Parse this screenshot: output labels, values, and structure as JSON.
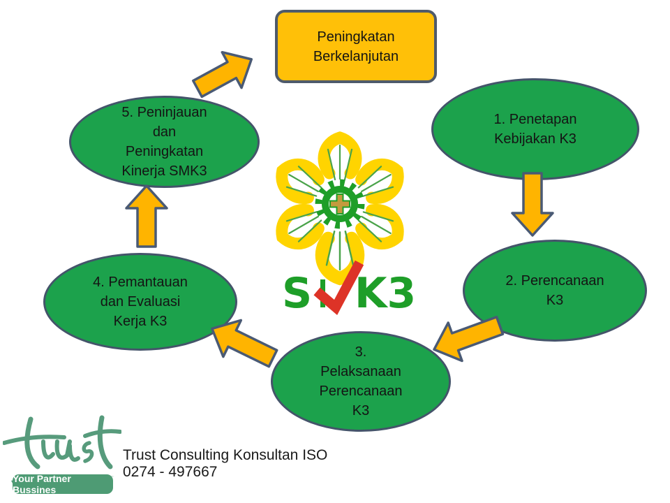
{
  "slide": {
    "background": "#ffffff"
  },
  "top_box": {
    "label": "Peningkatan Berkelanjutan",
    "fill": "#FFC008",
    "border": "#4E5A6B"
  },
  "nodes": [
    {
      "label": "1. Penetapan Kebijakan K3"
    },
    {
      "label": "2. Perencanaan K3"
    },
    {
      "label": "3. Pelaksanaan Perencanaan K3"
    },
    {
      "label": "4. Pemantauan dan Evaluasi Kerja K3"
    },
    {
      "label": "5. Peninjauan dan Peningkatan Kinerja SMK3"
    }
  ],
  "node_style": {
    "fill": "#1CA24C",
    "border": "#44546A"
  },
  "arrows": {
    "fill": "#FFB400",
    "border": "#4A5A74",
    "connections": [
      "node5-to-topbox",
      "node1-to-node2",
      "node2-to-node3",
      "node3-to-node4",
      "node4-to-node5"
    ]
  },
  "center_logo": {
    "name": "SMK3 flower-hands gear logo",
    "s": "S",
    "k3": "K3",
    "wordmark": "SMK3",
    "petal_yellow": "#FFD400",
    "gear_green": "#1E9E28",
    "cross_tan": "#C49A3F",
    "check_red": "#DD3327"
  },
  "footer": {
    "brand": "trust",
    "brand_color": "#579B7C",
    "tagline": "Your Partner Bussines",
    "contact_line1": "Trust Consulting Konsultan ISO",
    "contact_line2": "0274 - 497667"
  }
}
